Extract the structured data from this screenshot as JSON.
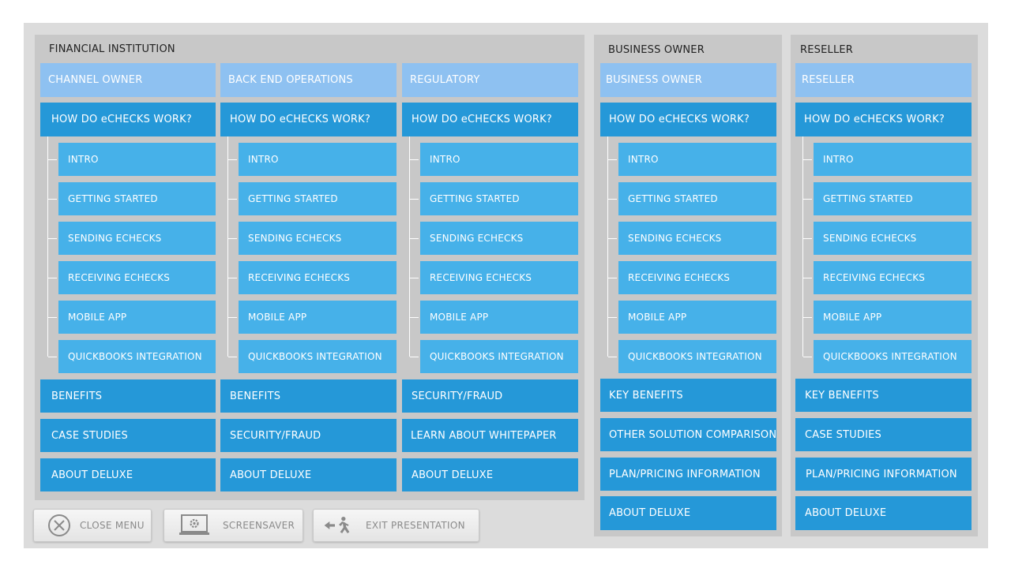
{
  "columns": [
    {
      "role": "CHANNEL OWNER",
      "how": "HOW DO eCHECKS WORK?",
      "subs": [
        "INTRO",
        "GETTING STARTED",
        "SENDING ECHECKS",
        "RECEIVING ECHECKS",
        "MOBILE APP",
        "QUICKBOOKS INTEGRATION"
      ],
      "bottom": [
        "BENEFITS",
        "CASE STUDIES",
        "ABOUT DELUXE"
      ]
    },
    {
      "role": "BACK END OPERATIONS",
      "how": "HOW DO eCHECKS WORK?",
      "subs": [
        "INTRO",
        "GETTING STARTED",
        "SENDING ECHECKS",
        "RECEIVING ECHECKS",
        "MOBILE APP",
        "QUICKBOOKS INTEGRATION"
      ],
      "bottom": [
        "BENEFITS",
        "SECURITY/FRAUD",
        "ABOUT DELUXE"
      ]
    },
    {
      "role": "REGULATORY",
      "how": "HOW DO eCHECKS WORK?",
      "subs": [
        "INTRO",
        "GETTING STARTED",
        "SENDING ECHECKS",
        "RECEIVING ECHECKS",
        "MOBILE APP",
        "QUICKBOOKS INTEGRATION"
      ],
      "bottom": [
        "SECURITY/FRAUD",
        "LEARN ABOUT WHITEPAPER",
        "ABOUT DELUXE"
      ]
    },
    {
      "role": "BUSINESS OWNER",
      "how": "HOW DO eCHECKS WORK?",
      "subs": [
        "INTRO",
        "GETTING STARTED",
        "SENDING ECHECKS",
        "RECEIVING ECHECKS",
        "MOBILE APP",
        "QUICKBOOKS INTEGRATION"
      ],
      "bottom": [
        "KEY BENEFITS",
        "OTHER SOLUTION COMPARISON",
        "PLAN/PRICING INFORMATION",
        "ABOUT DELUXE"
      ]
    },
    {
      "role": "RESELLER",
      "how": "HOW DO eCHECKS WORK?",
      "subs": [
        "INTRO",
        "GETTING STARTED",
        "SENDING ECHECKS",
        "RECEIVING ECHECKS",
        "MOBILE APP",
        "QUICKBOOKS INTEGRATION"
      ],
      "bottom": [
        "KEY BENEFITS",
        "CASE STUDIES",
        "PLAN/PRICING INFORMATION",
        "ABOUT DELUXE"
      ]
    }
  ],
  "panels": {
    "financial_title": "FINANCIAL INSTITUTION",
    "business_title": "BUSINESS OWNER",
    "reseller_title": "RESELLER"
  },
  "footer": {
    "close_label": "CLOSE MENU",
    "screensaver_label": "SCREENSAVER",
    "exit_label": "EXIT PRESENTATION"
  },
  "colors": {
    "role_bg": "#8ec1f1",
    "primary_bg": "#2598d8",
    "sub_bg": "#46b1e9",
    "panel_bg": "#c8c8c8",
    "frame_bg": "#dcdcdc"
  },
  "icons": {
    "close": "close-circle-icon",
    "screensaver": "monitor-gear-icon",
    "exit": "exit-running-icon"
  }
}
